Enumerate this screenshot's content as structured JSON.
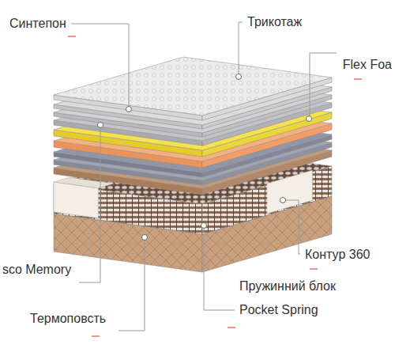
{
  "diagram": {
    "labels": [
      "Синтепон",
      "Трикотаж",
      "Flex Foa",
      "sco Memory",
      "Контур 360",
      "Пружинний блок",
      "Pocket Spring",
      "Термоповсть"
    ]
  }
}
